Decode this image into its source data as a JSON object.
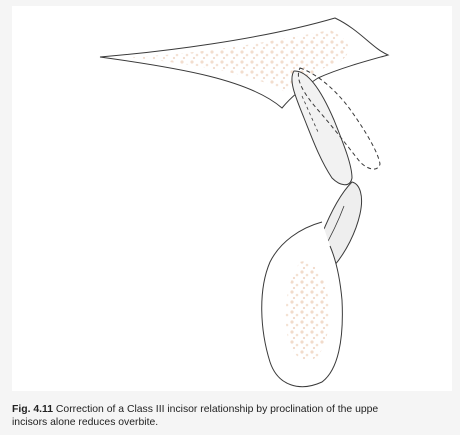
{
  "figure": {
    "label": "Fig. 4.11",
    "caption_line1": "Correction of a Class III incisor relationship by proclination of the uppe",
    "caption_line2": "incisors alone reduces overbite."
  },
  "colors": {
    "outline": "#3a3a3a",
    "bone_stipple": "#f0d9c8",
    "tooth_fill": "#ececec",
    "background": "#ffffff"
  }
}
